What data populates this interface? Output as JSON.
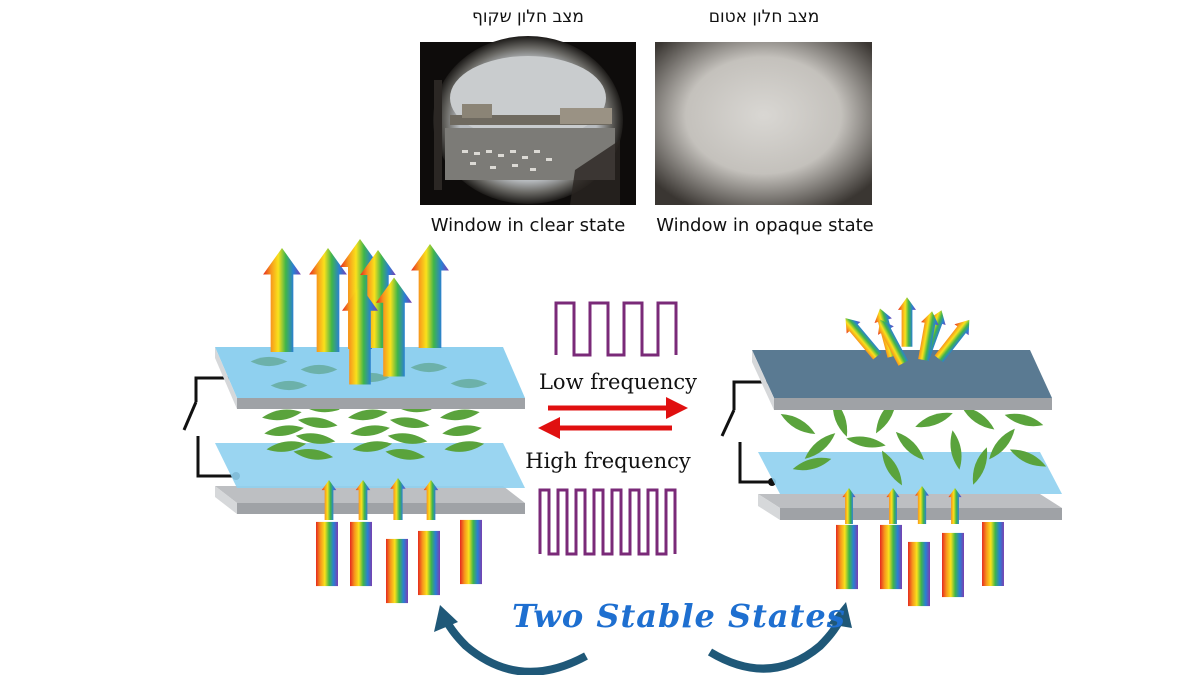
{
  "hebrew_labels": {
    "clear": "מצב חלון שקוף",
    "opaque": "מצב חלון אטום"
  },
  "captions": {
    "clear": "Window in clear state",
    "opaque": "Window in opaque state"
  },
  "frequency": {
    "low": "Low frequency",
    "high": "High frequency"
  },
  "title": "Two Stable States",
  "colors": {
    "arrow_red": "#e01010",
    "wave_purple": "#7a2a78",
    "title_blue": "#1e6fd0",
    "plate_blue": "#8fd0ef",
    "plate_dark": "#5a7a92",
    "leaf_green": "#5aa33c"
  }
}
